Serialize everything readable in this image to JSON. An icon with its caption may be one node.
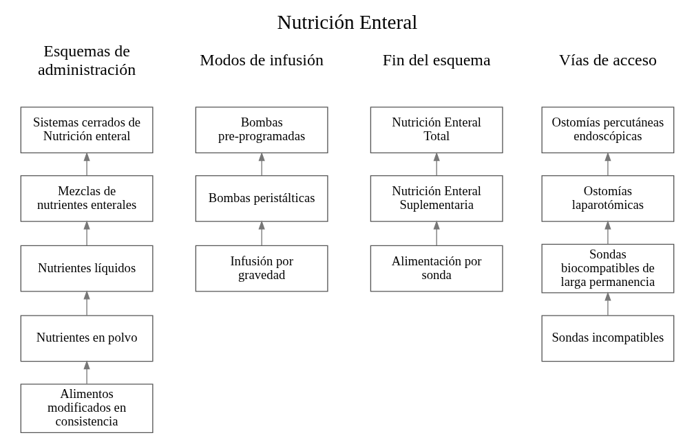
{
  "diagram": {
    "title": "Nutrición Enteral",
    "nodes": [
      {
        "text": [
          "Ostomías percutáneas endoscópicas"
        ]
      },
      {
        "text": [
          "Ostomías laparotómicas"
        ]
      },
      {
        "text": [
          "Sondas biocompatibles de larga permanencia"
        ]
      },
      {
        "text": [
          "Sondas incompatibles"
        ]
      },
      {
        "text": [
          "Sistemas cerrados de Nutrición enteral"
        ]
      },
      {
        "text": [
          "Mezclas de nutrientes enterales"
        ]
      },
      {
        "text": [
          "Nutrientes líquidos"
        ]
      },
      {
        "text": [
          "Nutrientes en polvo"
        ]
      },
      {
        "text": [
          "Alimentos modificados en consistencia"
        ]
      },
      {
        "text": [
          "Bombas pre-programadas"
        ]
      },
      {
        "text": [
          "Bombas peristálticas"
        ]
      },
      {
        "text": [
          "Infusión por gravedad"
        ]
      },
      {
        "text": [
          "Nutrición Enteral Total"
        ]
      },
      {
        "text": [
          "Nutrición Enteral Suplementaria"
        ]
      },
      {
        "text": [
          "Alimentación por sonda"
        ]
      }
    ],
    "edges": [
      {
        "from": 3,
        "to": 2,
        "arrow": "to"
      },
      {
        "from": 2,
        "to": 1,
        "arrow": "to"
      },
      {
        "from": 1,
        "to": 0,
        "arrow": "to"
      },
      {
        "from": 8,
        "to": 7,
        "arrow": "to"
      },
      {
        "from": 7,
        "to": 6,
        "arrow": "to"
      },
      {
        "from": 6,
        "to": 5,
        "arrow": "to"
      },
      {
        "from": 5,
        "to": 4,
        "arrow": "to"
      },
      {
        "from": 11,
        "to": 10,
        "arrow": "to"
      },
      {
        "from": 10,
        "to": 9,
        "arrow": "to"
      },
      {
        "from": 14,
        "to": 13,
        "arrow": "to"
      },
      {
        "from": 13,
        "to": 12,
        "arrow": "to"
      }
    ],
    "labels": [
      "Vías de acceso",
      "Esquemas de administración",
      "Modos de infusión",
      "Fin del esquema"
    ]
  }
}
